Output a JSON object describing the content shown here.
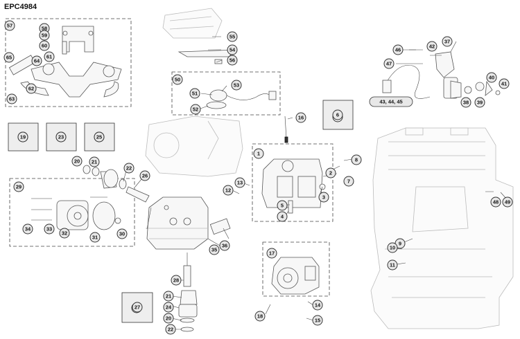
{
  "diagram": {
    "code": "EPC4984",
    "multi_ref_label": "43, 44, 45",
    "callouts": [
      "1",
      "2",
      "3",
      "4",
      "5",
      "6",
      "7",
      "8",
      "9",
      "10",
      "11",
      "12",
      "13",
      "14",
      "15",
      "16",
      "17",
      "18",
      "19",
      "20",
      "21",
      "22",
      "23",
      "24",
      "25",
      "26",
      "27",
      "28",
      "29",
      "30",
      "31",
      "32",
      "33",
      "34",
      "35",
      "36",
      "37",
      "38",
      "39",
      "40",
      "41",
      "42",
      "46",
      "47",
      "48",
      "49",
      "50",
      "51",
      "52",
      "53",
      "54",
      "55",
      "56",
      "57",
      "58",
      "59",
      "60",
      "61",
      "62",
      "63",
      "64",
      "65",
      "20",
      "21",
      "22"
    ],
    "placeholders": [
      "19",
      "23",
      "25",
      "6",
      "27"
    ]
  }
}
